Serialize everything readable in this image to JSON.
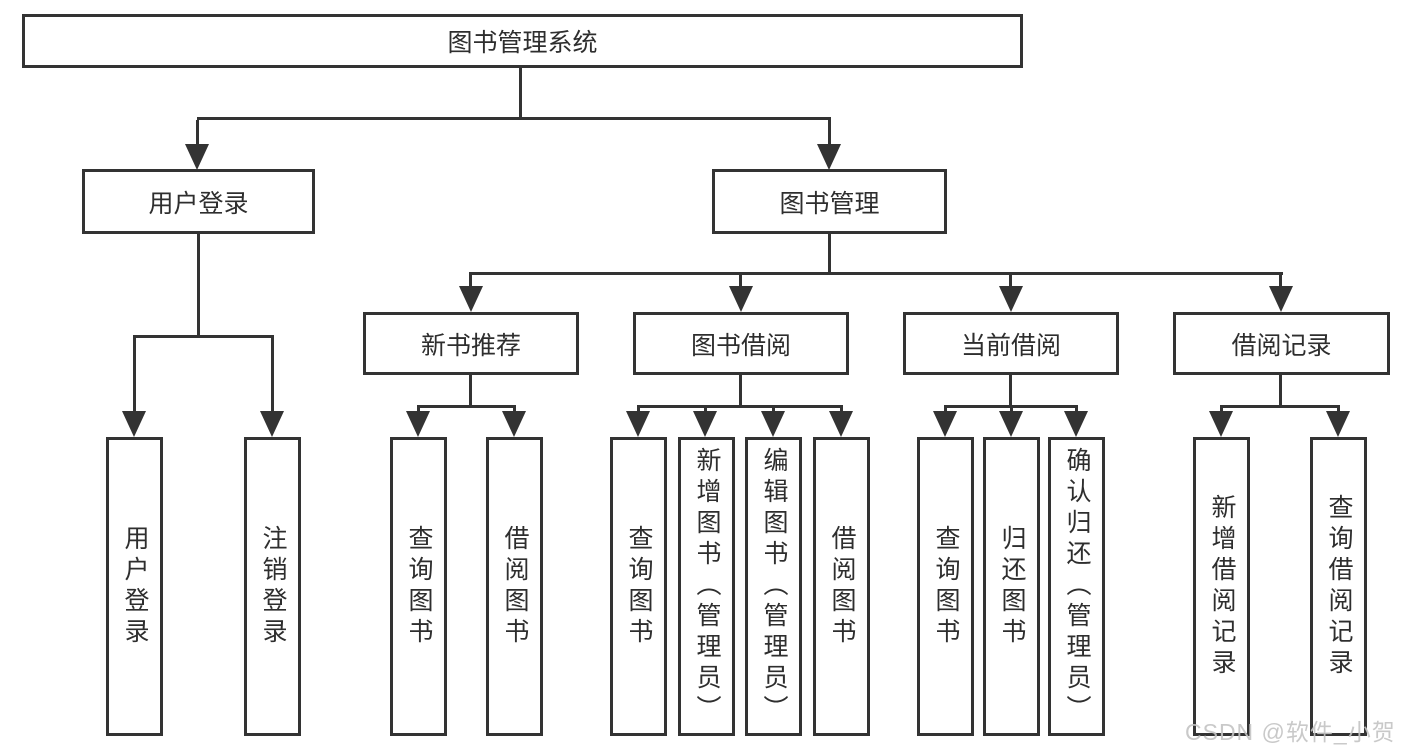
{
  "tree": {
    "root": {
      "label": "图书管理系统"
    },
    "branches": [
      {
        "label": "用户登录",
        "children": [
          {
            "label": "用户登录"
          },
          {
            "label": "注销登录"
          }
        ]
      },
      {
        "label": "图书管理",
        "modules": [
          {
            "label": "新书推荐",
            "children": [
              {
                "label": "查询图书"
              },
              {
                "label": "借阅图书"
              }
            ]
          },
          {
            "label": "图书借阅",
            "children": [
              {
                "label": "查询图书"
              },
              {
                "label": "新增图书（管理员）"
              },
              {
                "label": "编辑图书（管理员）"
              },
              {
                "label": "借阅图书"
              }
            ]
          },
          {
            "label": "当前借阅",
            "children": [
              {
                "label": "查询图书"
              },
              {
                "label": "归还图书"
              },
              {
                "label": "确认归还（管理员）"
              }
            ]
          },
          {
            "label": "借阅记录",
            "children": [
              {
                "label": "新增借阅记录"
              },
              {
                "label": "查询借阅记录"
              }
            ]
          }
        ]
      }
    ]
  },
  "watermark": "CSDN @软件_小贺同学",
  "colors": {
    "line": "#333333",
    "text": "#2e2e2e",
    "background": "#ffffff",
    "watermark": "#c4c4c4"
  }
}
